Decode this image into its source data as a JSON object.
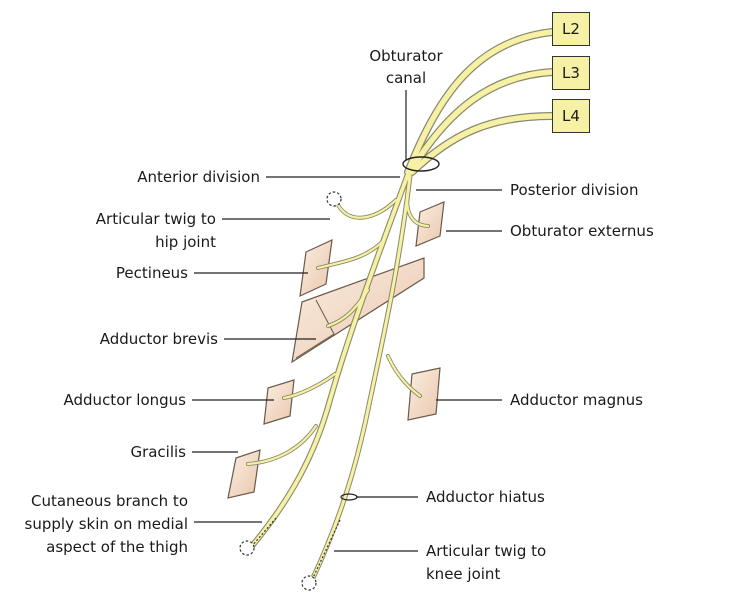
{
  "roots": [
    "L2",
    "L3",
    "L4"
  ],
  "labels": {
    "obturator_canal_1": "Obturator",
    "obturator_canal_2": "canal",
    "anterior_division": "Anterior division",
    "posterior_division": "Posterior division",
    "articular_hip_1": "Articular twig to",
    "articular_hip_2": "hip joint",
    "obturator_externus": "Obturator externus",
    "pectineus": "Pectineus",
    "adductor_brevis": "Adductor brevis",
    "adductor_longus": "Adductor longus",
    "adductor_magnus": "Adductor magnus",
    "gracilis": "Gracilis",
    "cutaneous_1": "Cutaneous branch to",
    "cutaneous_2": "supply skin on medial",
    "cutaneous_3": "aspect of the thigh",
    "adductor_hiatus": "Adductor hiatus",
    "articular_knee_1": "Articular twig to",
    "articular_knee_2": "knee joint"
  },
  "colors": {
    "nerve_fill": "#f7f1a6",
    "nerve_outline": "#8a8a6a",
    "muscle_fill": "#f6dcc6",
    "muscle_outline": "#6a5a4a",
    "leader_line": "#222222"
  }
}
